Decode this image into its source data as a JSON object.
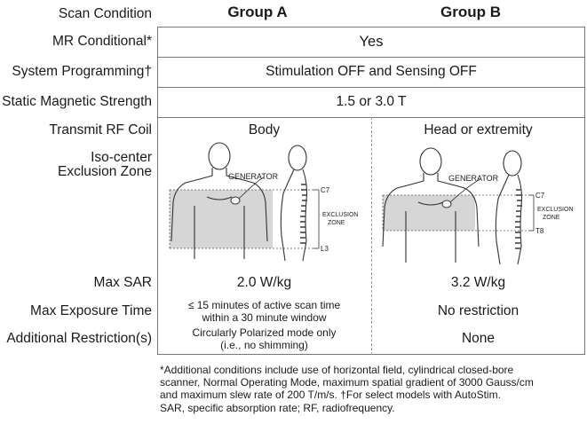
{
  "headers": {
    "scan_condition": "Scan Condition",
    "group_a": "Group A",
    "group_b": "Group B"
  },
  "rows": {
    "mr_conditional": {
      "label": "MR Conditional*",
      "value": "Yes"
    },
    "system_programming": {
      "label": "System Programming†",
      "value": "Stimulation OFF and Sensing OFF"
    },
    "static_magnetic": {
      "label": "Static Magnetic Strength",
      "value": "1.5 or 3.0 T"
    },
    "transmit_rf": {
      "label": "Transmit RF Coil",
      "group_a": "Body",
      "group_b": "Head or extremity"
    },
    "isocenter": {
      "label_line1": "Iso-center",
      "label_line2": "Exclusion Zone"
    },
    "max_sar": {
      "label": "Max SAR",
      "group_a": "2.0 W/kg",
      "group_b": "3.2 W/kg"
    },
    "max_exposure": {
      "label": "Max Exposure Time",
      "group_a_line1": "≤ 15 minutes of active scan time",
      "group_a_line2": "within a 30 minute window",
      "group_b": "No restriction"
    },
    "additional": {
      "label": "Additional Restriction(s)",
      "group_a_line1": "Circularly Polarized mode only",
      "group_a_line2": "(i.e., no shimming)",
      "group_b": "None"
    }
  },
  "diagram_labels": {
    "generator": "GENERATOR",
    "c7": "C7",
    "l3": "L3",
    "t8": "T8",
    "exclusion": "EXCLUSION",
    "zone": "ZONE"
  },
  "footnote": {
    "line1": "*Additional conditions include use of horizontal field, cylindrical closed-bore",
    "line2": "scanner, Normal Operating Mode, maximum spatial gradient of 3000 Gauss/cm",
    "line3": "and maximum slew rate of 200 T/m/s. †For select models with AutoStim.",
    "line4": "SAR, specific absorption rate; RF, radiofrequency."
  }
}
